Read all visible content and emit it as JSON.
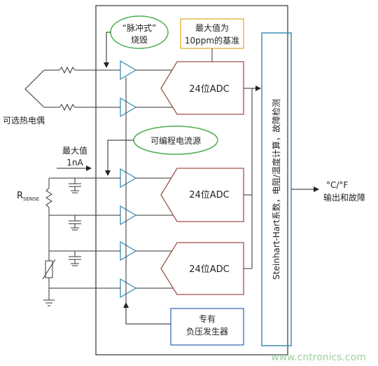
{
  "labels": {
    "burnout_quote": "“脉冲式”",
    "burnout_text": "烧毁",
    "ref_line1": "最大值为",
    "ref_line2": "10ppm的基准",
    "adc1": "24位ADC",
    "adc2": "24位ADC",
    "adc3": "24位ADC",
    "thermocouple": "可选热电偶",
    "current_source": "可编程电流源",
    "max_current_line1": "最大值",
    "max_current_line2": "1nA",
    "rsense_main": "R",
    "rsense_sub": "SENSE",
    "processor": "Steinhart-Hart系数，电阻/温度计算，故障检测",
    "output_line1": "°C/°F",
    "output_line2": "输出和故障",
    "neg_voltage_line1": "专有",
    "neg_voltage_line2": "负压发生器",
    "watermark": "www.cntronics.com"
  },
  "colors": {
    "line": "#333333",
    "amp_stroke": "#3a8fb5",
    "adc_stroke": "#a0524a",
    "ellipse_stroke": "#4caf50",
    "processor_stroke": "#3a8fb5",
    "ref_stroke": "#e0b030",
    "neg_stroke": "#3a6fb5",
    "watermark": "#9ccf9c"
  }
}
